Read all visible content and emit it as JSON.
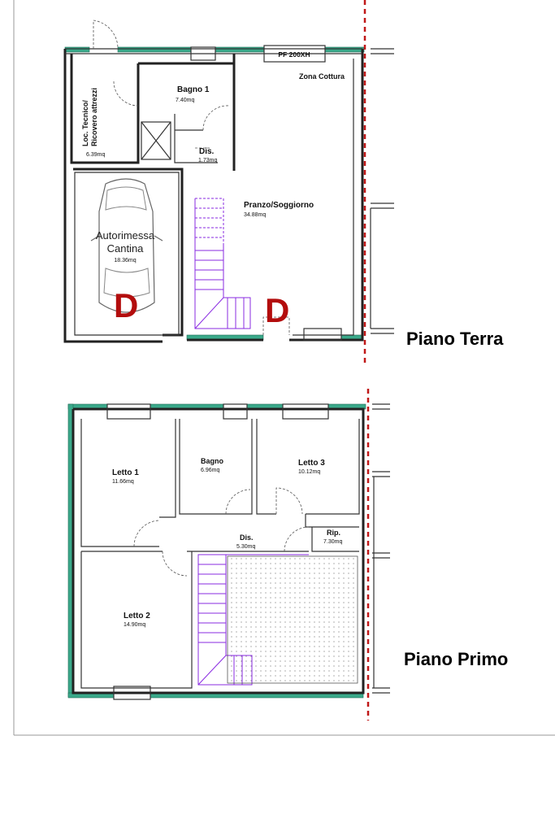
{
  "ground_floor": {
    "floor_title": "Piano Terra",
    "window_label": "PF 200XH",
    "rooms": [
      {
        "name": "Loc. Tecnico/",
        "name2": "Ricovero attrezzi",
        "area": "6.39mq"
      },
      {
        "name": "Bagno 1",
        "area": "7.40mq"
      },
      {
        "name": "Zona Cottura",
        "area": ""
      },
      {
        "name": "Dis.",
        "area": "1.73mq"
      },
      {
        "name": "Pranzo/Soggiorno",
        "area": "34.88mq"
      },
      {
        "name": "Autorimessa",
        "name2": "Cantina",
        "area": "18.36mq"
      }
    ],
    "marker": "D"
  },
  "first_floor": {
    "floor_title": "Piano Primo",
    "rooms": [
      {
        "name": "Letto 1",
        "area": "11.66mq"
      },
      {
        "name": "Bagno",
        "area": "6.96mq"
      },
      {
        "name": "Letto 3",
        "area": "10.12mq"
      },
      {
        "name": "Rip.",
        "area": "7.30mq"
      },
      {
        "name": "Dis.",
        "area": "5.30mq"
      },
      {
        "name": "Letto 2",
        "area": "14.90mq"
      }
    ]
  },
  "colors": {
    "wall_insulation": "#3aa98a",
    "stairs": "#8a2be2",
    "property_line": "#c01818",
    "marker": "#b30d0d"
  }
}
